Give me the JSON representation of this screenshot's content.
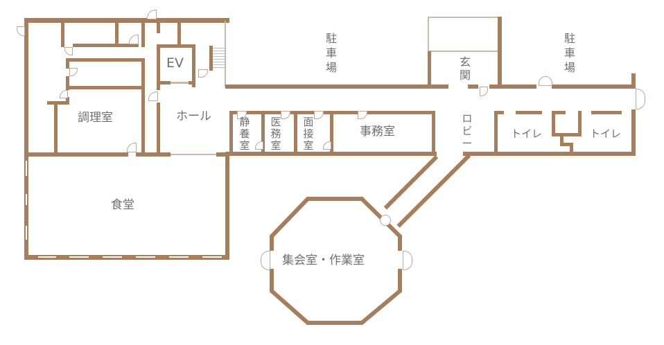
{
  "floor_plan": {
    "wall_color": "#a47f5f",
    "label_color": "#6f6f6f",
    "rooms": {
      "kitchen": "調理室",
      "elevator": "EV",
      "hall": "ホール",
      "dining": "食堂",
      "quiet_room": "静養室",
      "medical_room": "医務室",
      "interview_room": "面接室",
      "office": "事務室",
      "entrance": "玄関",
      "lobby": "ロビー",
      "toilet_left": "トイレ",
      "toilet_right": "トイレ",
      "assembly_room": "集会室・作業室"
    },
    "outdoor": {
      "parking_center": "駐車場",
      "parking_right": "駐車場"
    }
  }
}
